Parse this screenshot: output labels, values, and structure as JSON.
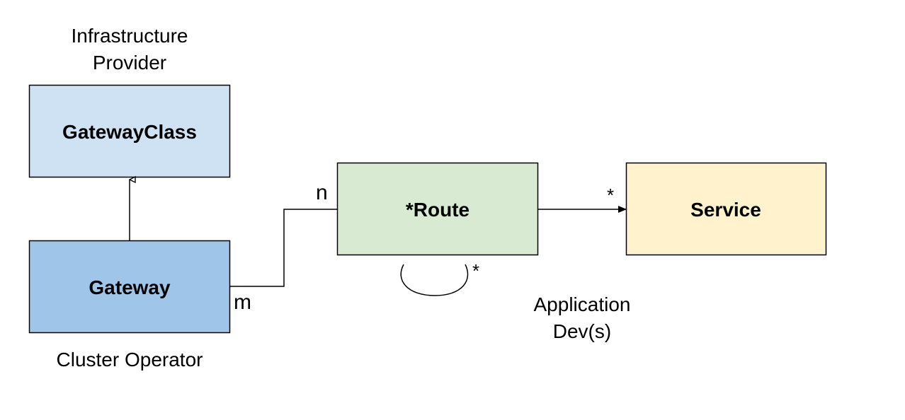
{
  "roles": {
    "infrastructure_provider": [
      "Infrastructure",
      "Provider"
    ],
    "cluster_operator": "Cluster Operator",
    "application_devs": [
      "Application",
      "Dev(s)"
    ]
  },
  "boxes": {
    "gatewayclass": {
      "label": "GatewayClass",
      "fill": "#cfe2f3"
    },
    "gateway": {
      "label": "Gateway",
      "fill": "#9fc5e8"
    },
    "route": {
      "label": "*Route",
      "fill": "#d9ead3"
    },
    "service": {
      "label": "Service",
      "fill": "#fff2cc"
    }
  },
  "multiplicities": {
    "gateway_end": "m",
    "route_end": "n",
    "service_end": "*",
    "route_self": "*"
  },
  "colors": {
    "stroke": "#000000",
    "background": "#ffffff"
  }
}
